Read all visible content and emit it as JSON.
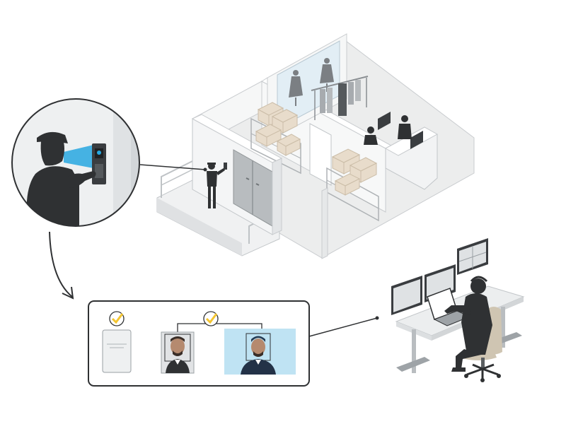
{
  "colors": {
    "background": "#ffffff",
    "floor": "#e9eaeb",
    "wall": "#f4f5f6",
    "wall_side": "#dcdedf",
    "outline": "#bfc3c6",
    "silhouette": "#2f3133",
    "scan_beam": "#27a7e0",
    "check_yellow": "#f3c531",
    "check_stroke": "#2f3133",
    "panel_border": "#2f3133",
    "chair": "#cfc5b2",
    "photo_blue": "#bfe3f3"
  },
  "icons": {
    "verification_left": "check-circle-icon",
    "verification_right": "check-circle-icon",
    "id_document": "id-card-icon",
    "scanner": "face-scanner-icon"
  },
  "diagram": {
    "scenes": [
      "warehouse-building",
      "entry-detail-callout",
      "verification-panel",
      "operator-workstation"
    ]
  }
}
